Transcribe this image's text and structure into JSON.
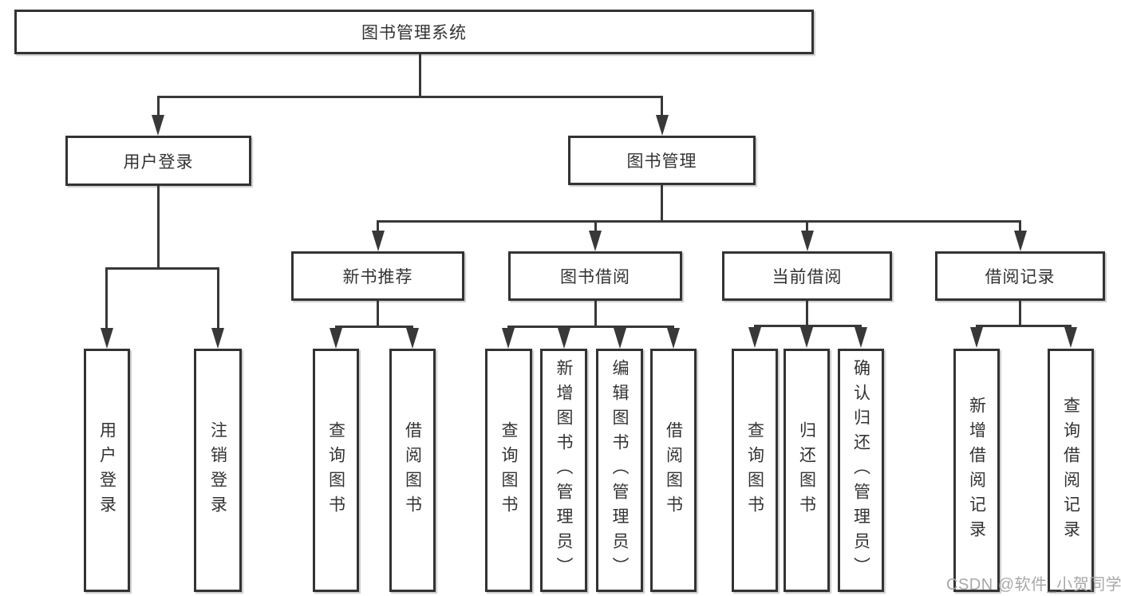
{
  "tree": {
    "root": "图书管理系统",
    "level2": [
      "用户登录",
      "图书管理"
    ],
    "level3": [
      "新书推荐",
      "图书借阅",
      "当前借阅",
      "借阅记录"
    ],
    "leaves_user_login": [
      "用户登录",
      "注销登录"
    ],
    "leaves_new_book": [
      "查询图书",
      "借阅图书"
    ],
    "leaves_book_borrow": [
      "查询图书",
      "新增图书（管理员）",
      "编辑图书（管理员）",
      "借阅图书"
    ],
    "leaves_current_borrow": [
      "查询图书",
      "归还图书",
      "确认归还（管理员）"
    ],
    "leaves_borrow_record": [
      "新增借阅记录",
      "查询借阅记录"
    ]
  },
  "watermark": "CSDN @软件_小贺同学",
  "colors": {
    "line": "#383838",
    "box_border": "#333333",
    "label_text": "#333333",
    "background": "#ffffff",
    "watermark_gray": "#a8a8a8"
  }
}
